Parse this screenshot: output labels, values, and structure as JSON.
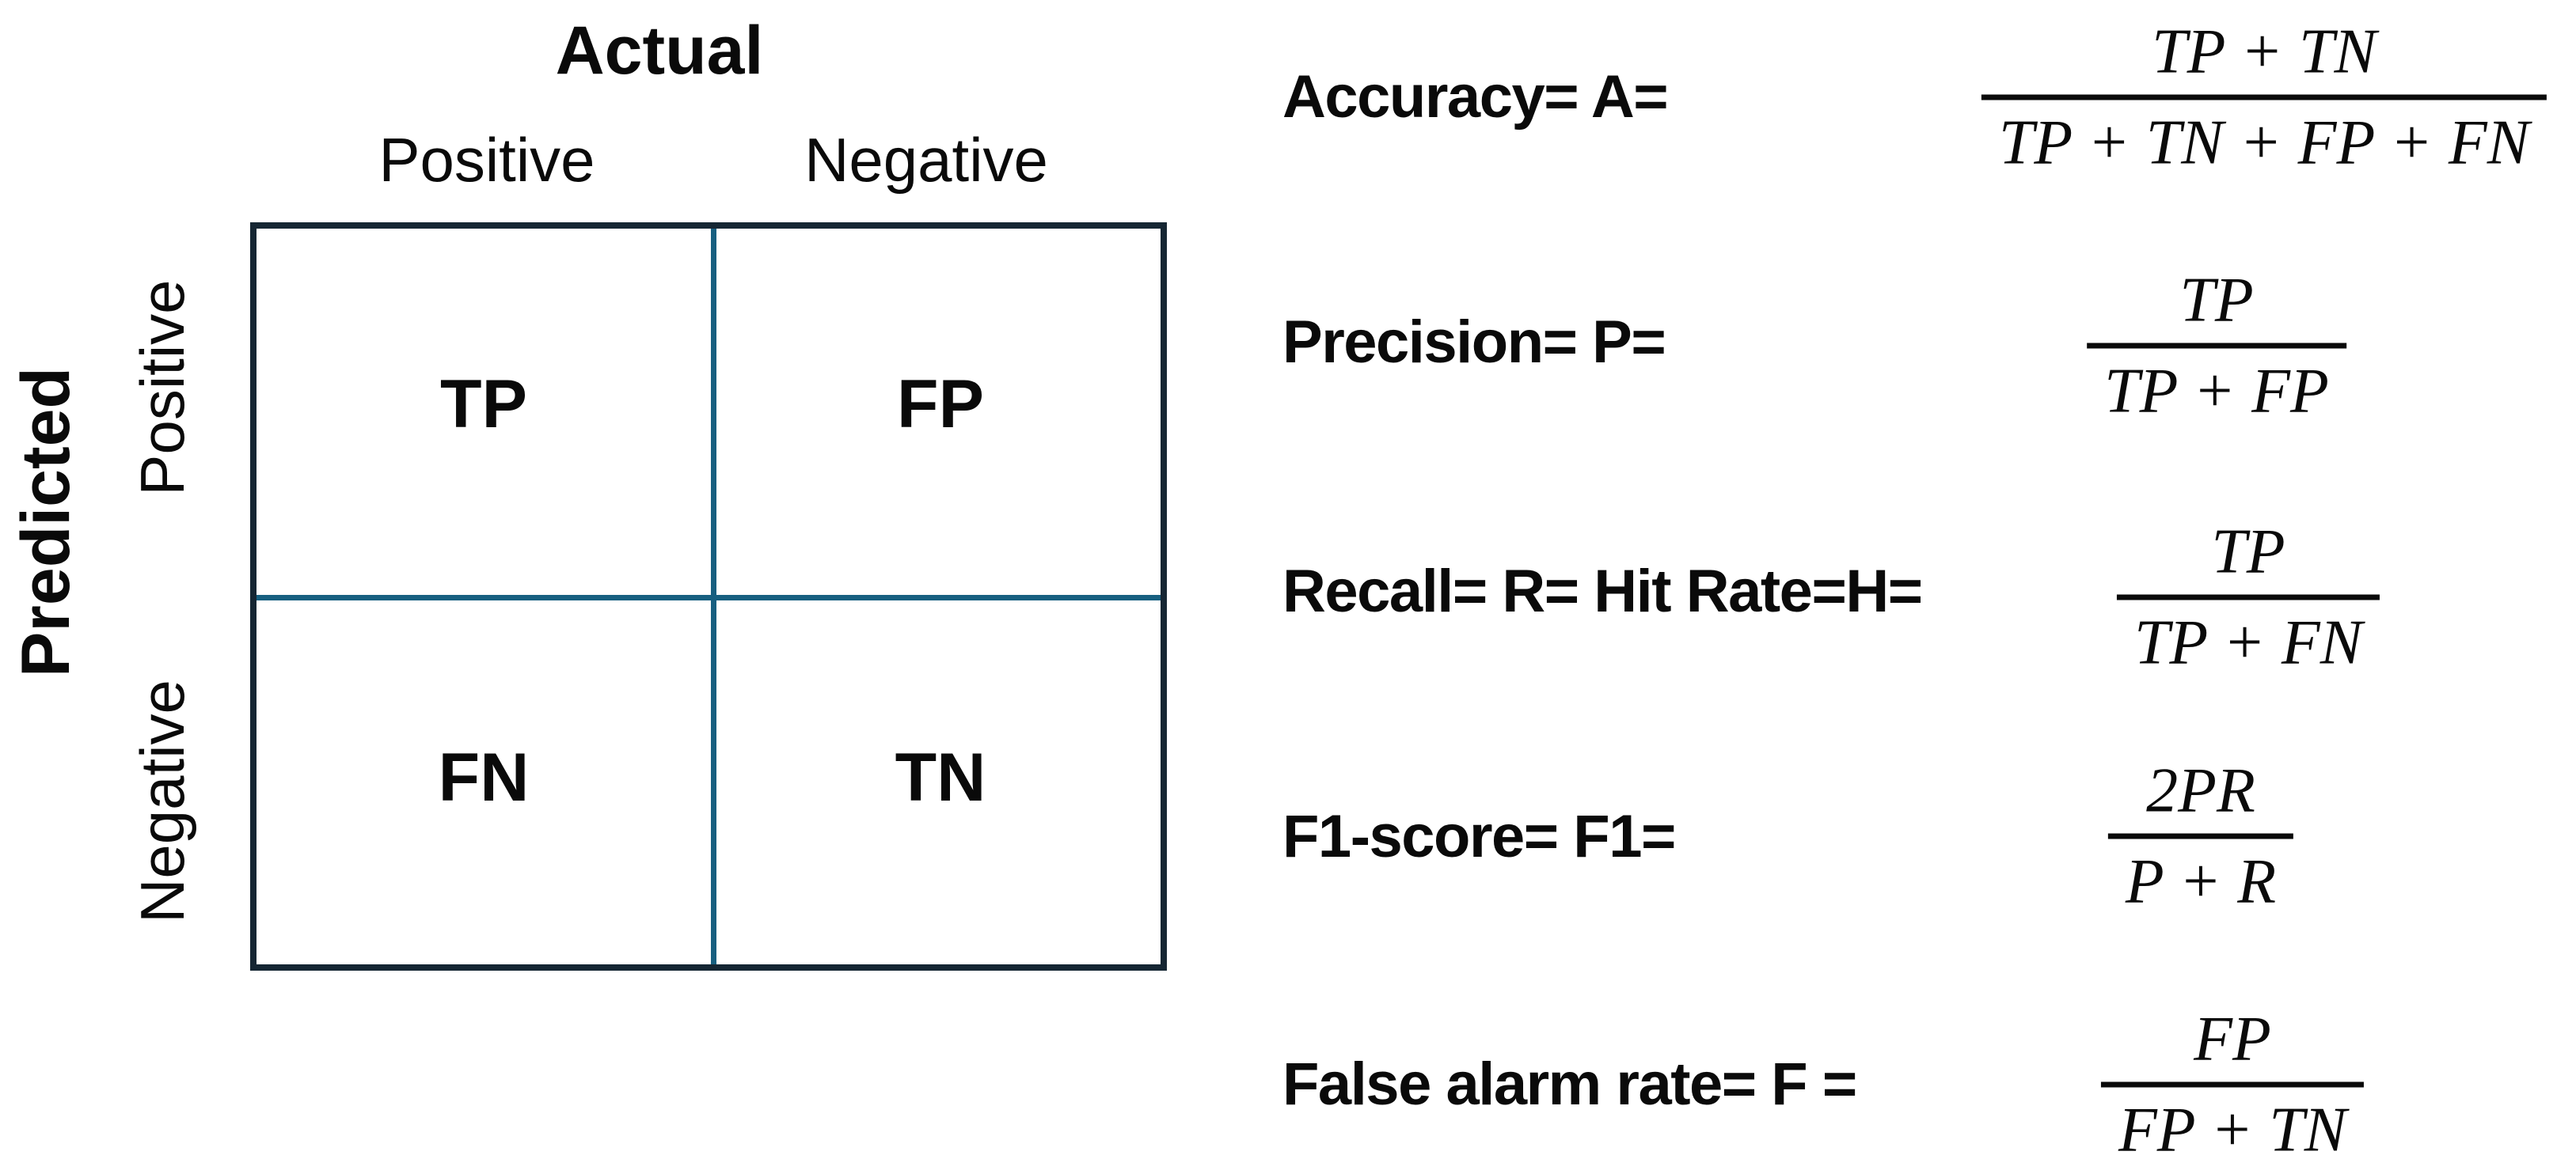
{
  "matrix": {
    "col_axis_title": "Actual",
    "row_axis_title": "Predicted",
    "col_labels": [
      "Positive",
      "Negative"
    ],
    "row_labels": [
      "Positive",
      "Negative"
    ],
    "cells": [
      [
        "TP",
        "FP"
      ],
      [
        "FN",
        "TN"
      ]
    ]
  },
  "formulas": [
    {
      "label": "Accuracy= A=",
      "numerator": "TP + TN",
      "denominator": "TP + TN + FP + FN"
    },
    {
      "label": "Precision= P=",
      "numerator": "TP",
      "denominator": "TP + FP"
    },
    {
      "label": "Recall= R= Hit Rate=H=",
      "numerator": "TP",
      "denominator": "TP + FN"
    },
    {
      "label": "F1-score= F1=",
      "numerator": "2PR",
      "denominator": "P + R"
    },
    {
      "label": "False alarm rate= F =",
      "numerator": "FP",
      "denominator": "FP + TN"
    }
  ],
  "colors": {
    "outer_border": "#152633",
    "grid_line": "#175f80",
    "text": "#0a0a0a",
    "background": "#ffffff"
  }
}
